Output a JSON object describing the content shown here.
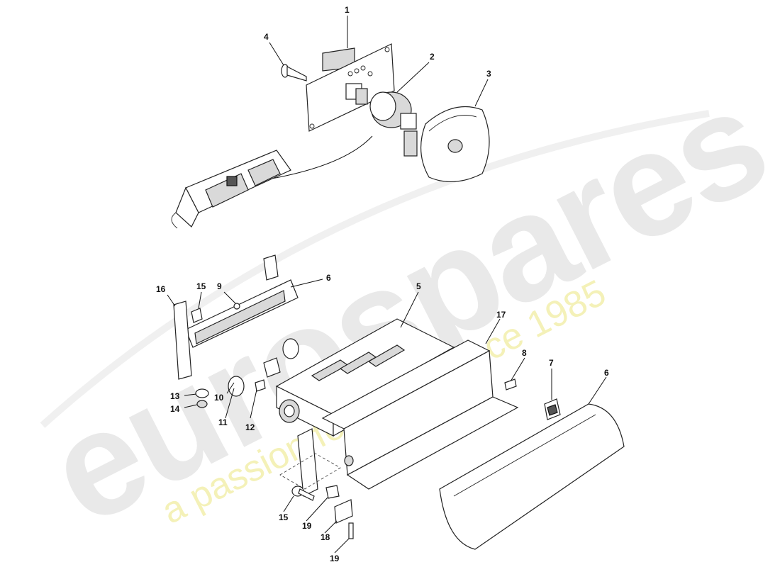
{
  "watermark": {
    "brand": "eurospares",
    "tagline": "a passion for parts since 1985"
  },
  "callouts": [
    {
      "id": "c1",
      "label": "1"
    },
    {
      "id": "c4",
      "label": "4"
    },
    {
      "id": "c2",
      "label": "2"
    },
    {
      "id": "c3",
      "label": "3"
    },
    {
      "id": "c16",
      "label": "16"
    },
    {
      "id": "c15a",
      "label": "15"
    },
    {
      "id": "c9",
      "label": "9"
    },
    {
      "id": "c6a",
      "label": "6"
    },
    {
      "id": "c5",
      "label": "5"
    },
    {
      "id": "c17",
      "label": "17"
    },
    {
      "id": "c8",
      "label": "8"
    },
    {
      "id": "c7",
      "label": "7"
    },
    {
      "id": "c6b",
      "label": "6"
    },
    {
      "id": "c13",
      "label": "13"
    },
    {
      "id": "c14",
      "label": "14"
    },
    {
      "id": "c10",
      "label": "10"
    },
    {
      "id": "c11",
      "label": "11"
    },
    {
      "id": "c12",
      "label": "12"
    },
    {
      "id": "c15b",
      "label": "15"
    },
    {
      "id": "c19a",
      "label": "19"
    },
    {
      "id": "c18",
      "label": "18"
    },
    {
      "id": "c19b",
      "label": "19"
    }
  ]
}
